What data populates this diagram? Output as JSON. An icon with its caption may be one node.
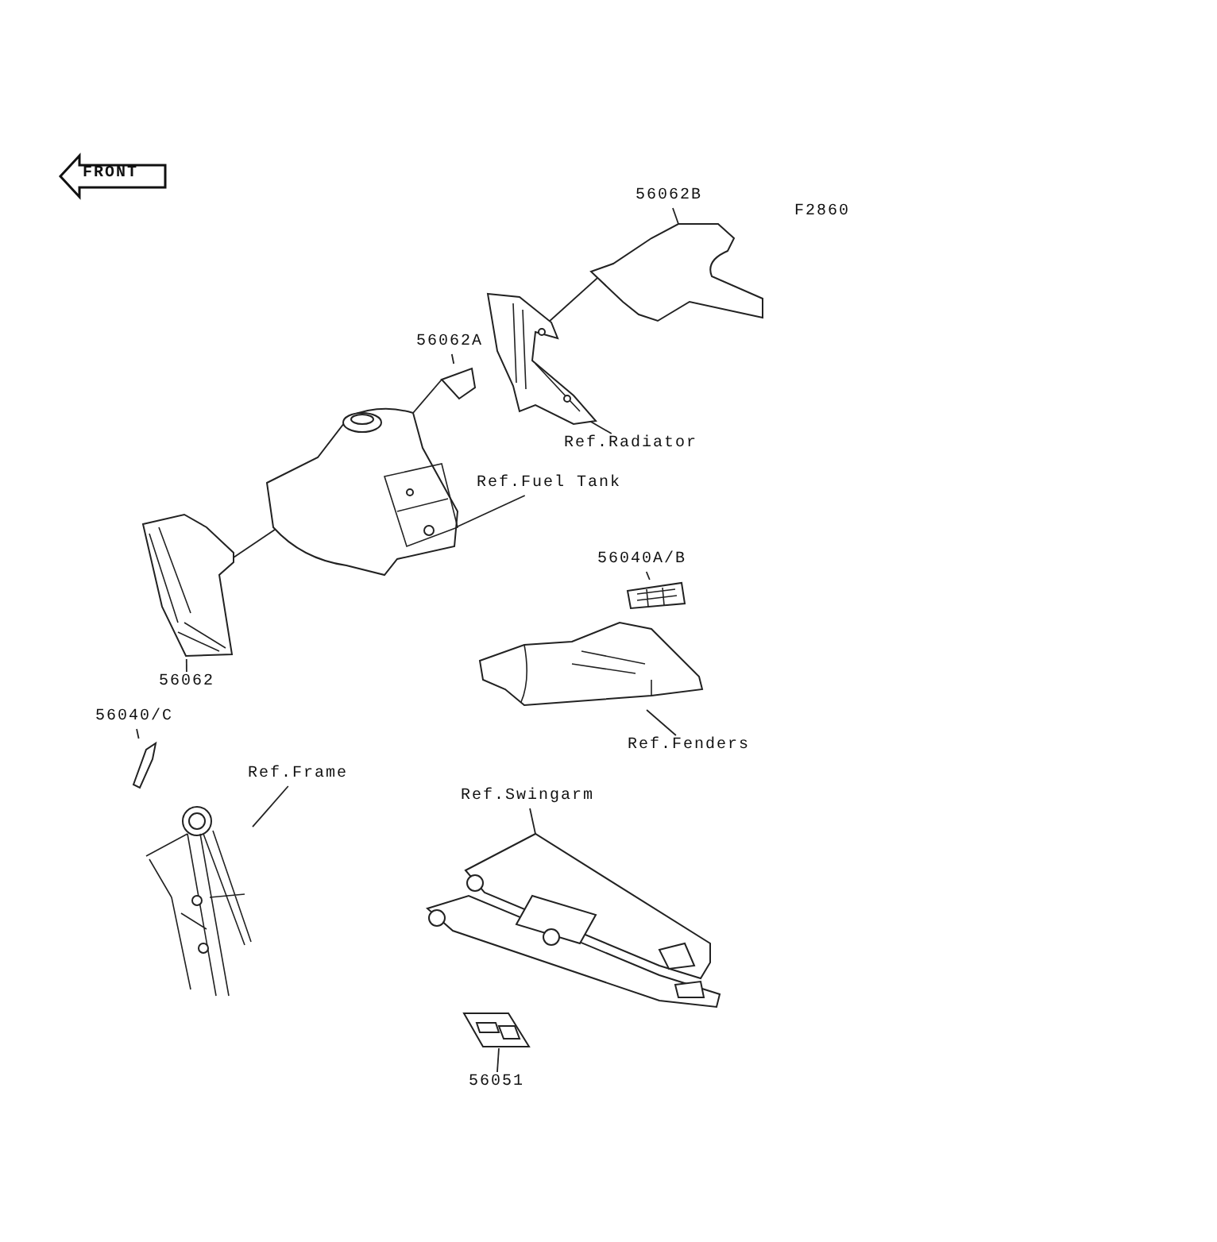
{
  "diagram": {
    "nodes": [
      {
        "text": [
          "56062B"
        ]
      },
      {
        "text": [],
        "shape": "picture"
      },
      {
        "text": [],
        "shape": "picture"
      },
      {
        "text": [
          "Ref.Radiator"
        ]
      },
      {
        "text": [
          "56062A"
        ]
      },
      {
        "text": [],
        "shape": "picture"
      },
      {
        "text": [],
        "shape": "picture"
      },
      {
        "text": [
          "Ref.Fuel Tank"
        ]
      },
      {
        "text": [],
        "shape": "picture"
      },
      {
        "text": [
          "56062"
        ]
      },
      {
        "text": [
          "56040A/B"
        ]
      },
      {
        "text": [],
        "shape": "picture"
      },
      {
        "text": [],
        "shape": "picture"
      },
      {
        "text": [
          "Ref.Fenders"
        ]
      },
      {
        "text": [
          "56040/C"
        ]
      },
      {
        "text": [],
        "shape": "picture"
      },
      {
        "text": [],
        "shape": "picture"
      },
      {
        "text": [
          "Ref.Frame"
        ]
      },
      {
        "text": [
          "Ref.Swingarm"
        ]
      },
      {
        "text": [],
        "shape": "picture"
      },
      {
        "text": [],
        "shape": "picture"
      },
      {
        "text": [
          "56051"
        ]
      }
    ],
    "edges": [
      {
        "from": 0,
        "to": 1,
        "arrow": "none"
      },
      {
        "from": 1,
        "to": 2,
        "arrow": "none"
      },
      {
        "from": 3,
        "to": 2,
        "arrow": "none"
      },
      {
        "from": 4,
        "to": 5,
        "arrow": "none"
      },
      {
        "from": 5,
        "to": 6,
        "arrow": "none"
      },
      {
        "from": 7,
        "to": 6,
        "arrow": "none"
      },
      {
        "from": 8,
        "to": 6,
        "arrow": "none"
      },
      {
        "from": 9,
        "to": 8,
        "arrow": "none"
      },
      {
        "from": 10,
        "to": 11,
        "arrow": "none"
      },
      {
        "from": 13,
        "to": 12,
        "arrow": "none"
      },
      {
        "from": 14,
        "to": 15,
        "arrow": "none"
      },
      {
        "from": 17,
        "to": 16,
        "arrow": "none"
      },
      {
        "from": 18,
        "to": 19,
        "arrow": "none"
      },
      {
        "from": 21,
        "to": 20,
        "arrow": "none"
      }
    ],
    "labels": [
      "FRONT",
      "F2860"
    ]
  }
}
